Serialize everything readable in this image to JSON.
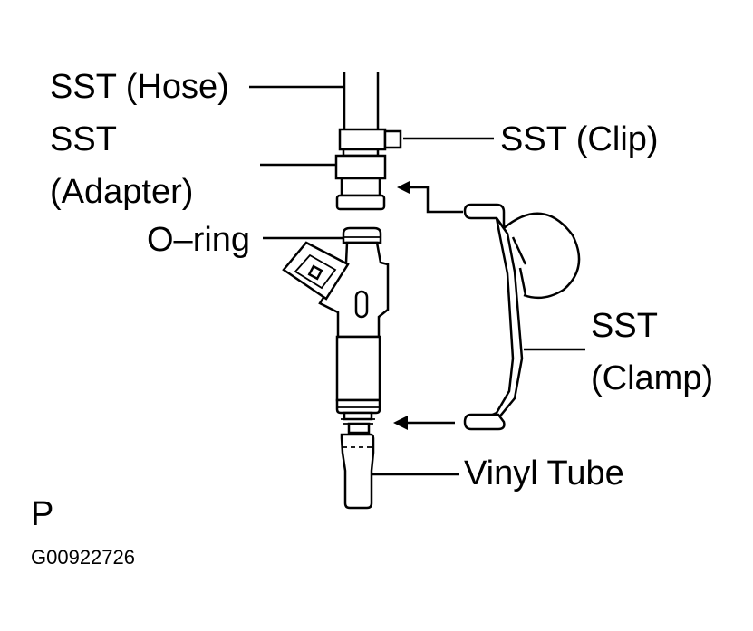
{
  "labels": {
    "hose": "SST (Hose)",
    "adapter_line1": "SST",
    "adapter_line2": "(Adapter)",
    "clip": "SST (Clip)",
    "oring": "O–ring",
    "clamp_line1": "SST",
    "clamp_line2": "(Clamp)",
    "vinyl_tube": "Vinyl Tube",
    "corner_letter": "P",
    "figure_code": "G00922726"
  }
}
